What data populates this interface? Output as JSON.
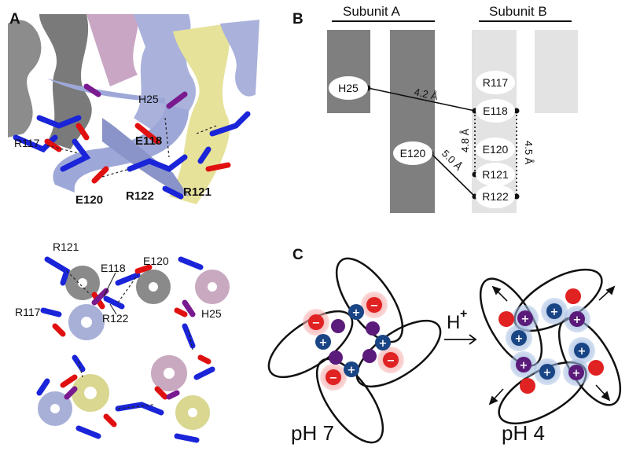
{
  "panels": {
    "a": "A",
    "b": "B",
    "c": "C"
  },
  "panel_a_top": {
    "labels": {
      "h25": "H25",
      "r117": "R117",
      "e118": "E118",
      "e120": "E120",
      "r122": "R122",
      "r121": "R121"
    }
  },
  "panel_a_bottom": {
    "labels": {
      "r121": "R121",
      "e118": "E118",
      "e120": "E120",
      "r117": "R117",
      "r122": "R122",
      "h25": "H25"
    }
  },
  "panel_b": {
    "subunit_a": "Subunit A",
    "subunit_b": "Subunit B",
    "residues": {
      "h25": "H25",
      "e120_a": "E120",
      "r117": "R117",
      "e118": "E118",
      "e120_b": "E120",
      "r121": "R121",
      "r122": "R122"
    },
    "distances": {
      "h25_e118": "4.2 Å",
      "e120_r122": "5.0 Å",
      "e118_r121": "4.8 Å",
      "e118_r122": "4.5 Å"
    }
  },
  "panel_c": {
    "ph7": "pH 7",
    "ph4": "pH 4",
    "arrow_label": "H",
    "arrow_sup": "+",
    "plus": "+",
    "minus": "−"
  }
}
